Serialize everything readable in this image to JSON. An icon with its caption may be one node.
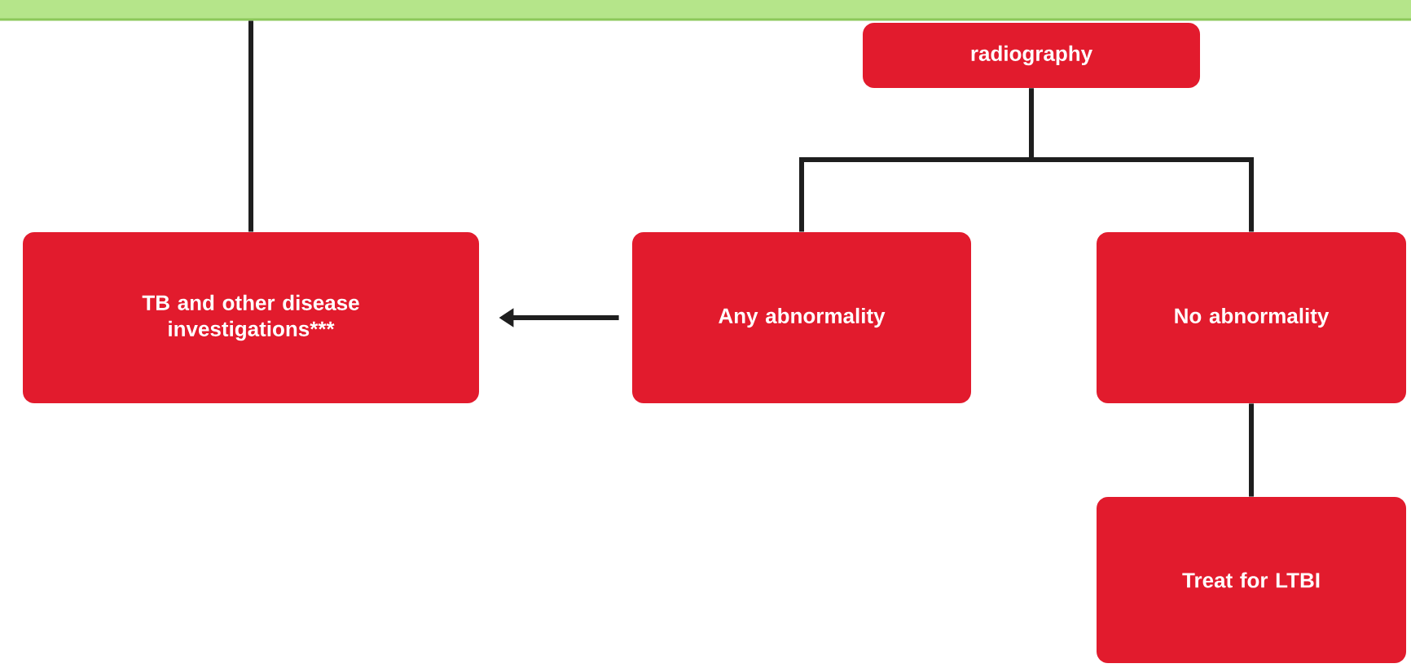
{
  "diagram": {
    "nodes": [
      {
        "text": [],
        "shape": "bar"
      },
      {
        "text": [
          "radiography"
        ]
      },
      {
        "text": [
          "TB and other disease investigations***"
        ]
      },
      {
        "text": [
          "Any abnormality"
        ]
      },
      {
        "text": [
          "No abnormality"
        ]
      },
      {
        "text": [
          "Treat for LTBI"
        ]
      }
    ],
    "edges": [
      {
        "from": 0,
        "to": 2,
        "arrow": "none"
      },
      {
        "from": 1,
        "to": 3,
        "arrow": "none"
      },
      {
        "from": 1,
        "to": 4,
        "arrow": "none"
      },
      {
        "from": 3,
        "to": 2,
        "arrow": "to"
      },
      {
        "from": 4,
        "to": 5,
        "arrow": "none"
      }
    ]
  }
}
